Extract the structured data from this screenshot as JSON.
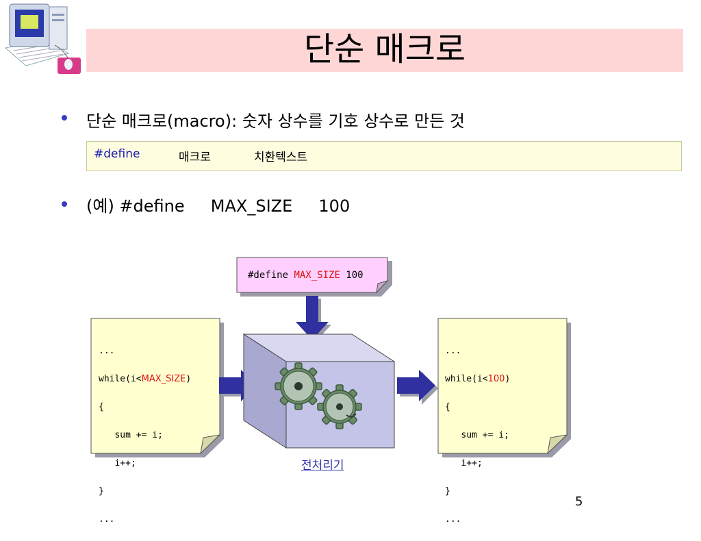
{
  "title": "단순 매크로",
  "bullet1": {
    "prefix": "단순 매크로",
    "term": "(macro):",
    "rest": " 숫자 상수를 기호 상수로 만든 것"
  },
  "syntax": {
    "keyword": "#define",
    "macro": "매크로",
    "replacement": "치환텍스트"
  },
  "bullet2": {
    "text": "(예) #define     MAX_SIZE     100"
  },
  "define_note": {
    "keyword": "#define ",
    "name": "MAX_SIZE",
    "value": " 100"
  },
  "left_code": {
    "line1": "...",
    "line2_a": "while(i<",
    "line2_b": "MAX_SIZE",
    "line2_c": ")",
    "line3": "{",
    "line4": "   sum += i;",
    "line5": "   i++;",
    "line6": "}",
    "line7": "..."
  },
  "right_code": {
    "line1": "...",
    "line2_a": "while(i<",
    "line2_b": "100",
    "line2_c": ")",
    "line3": "{",
    "line4": "   sum += i;",
    "line5": "   i++;",
    "line6": "}",
    "line7": "..."
  },
  "preprocessor_label": "전처리기",
  "page_number": "5",
  "colors": {
    "title_bg": "#ffd6d6",
    "syntax_bg": "#fffde0",
    "note_bg": "#ffffd0",
    "define_note_bg": "#ffd0ff",
    "arrow": "#3030a0",
    "highlight": "#e01010"
  }
}
